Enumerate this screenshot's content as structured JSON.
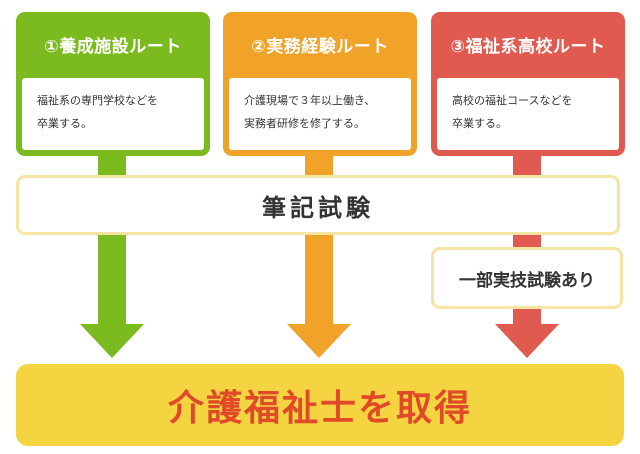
{
  "colors": {
    "route1": "#7cbb1f",
    "route2": "#f0a328",
    "route3": "#e05a4f",
    "highlight": "#f5d441",
    "result_text": "#e04a28",
    "outline": "#f5e4a4"
  },
  "routes": [
    {
      "title": "①養成施設ルート",
      "description": "福祉系の専門学校などを\n卒業する。"
    },
    {
      "title": "②実務経験ルート",
      "description": "介護現場で３年以上働き、\n実務者研修を修了する。"
    },
    {
      "title": "③福祉系高校ルート",
      "description": "高校の福祉コースなどを\n卒業する。"
    }
  ],
  "written_exam": "筆記試験",
  "practical_exam": "一部実技試験あり",
  "result": "介護福祉士を取得"
}
